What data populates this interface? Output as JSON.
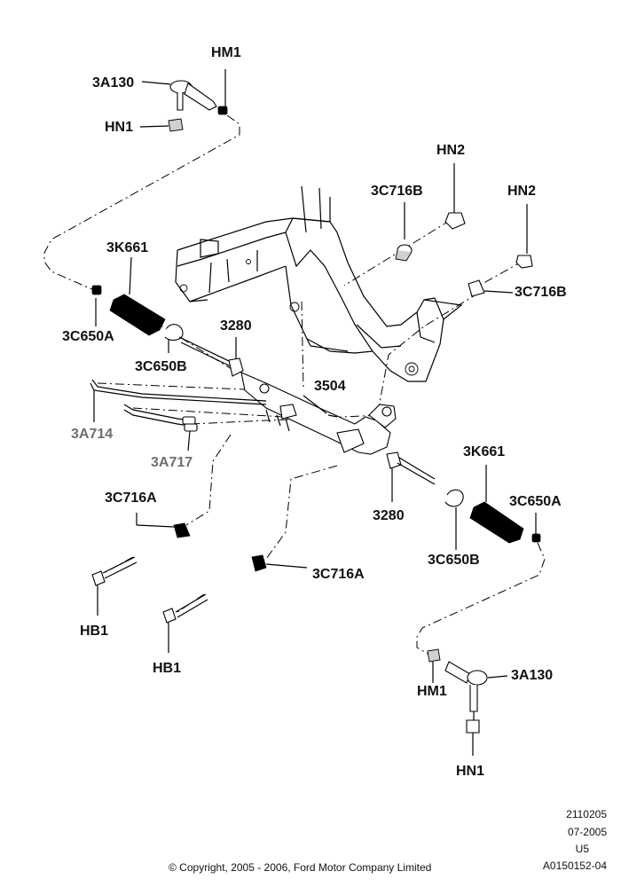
{
  "labels": {
    "hm1_top": "HM1",
    "a130_top": "3A130",
    "hn1_top": "HN1",
    "hn2_a": "HN2",
    "c716b_a": "3C716B",
    "hn2_b": "HN2",
    "c716b_b": "3C716B",
    "k661_left": "3K661",
    "c650a_left": "3C650A",
    "c650b_left": "3C650B",
    "r3280_left": "3280",
    "r3504": "3504",
    "a714": "3A714",
    "a717": "3A717",
    "k661_right": "3K661",
    "c650a_right": "3C650A",
    "r3280_right": "3280",
    "c650b_right": "3C650B",
    "c716a_left": "3C716A",
    "c716a_mid": "3C716A",
    "hb1_left": "HB1",
    "hb1_mid": "HB1",
    "hm1_bottom": "HM1",
    "a130_bottom": "3A130",
    "hn1_bottom": "HN1"
  },
  "meta": {
    "ref_number": "2110205",
    "date": "07-2005",
    "code": "U5",
    "drawing_id": "A0150152-04",
    "copyright": "© Copyright, 2005 - 2006, Ford Motor Company Limited"
  }
}
